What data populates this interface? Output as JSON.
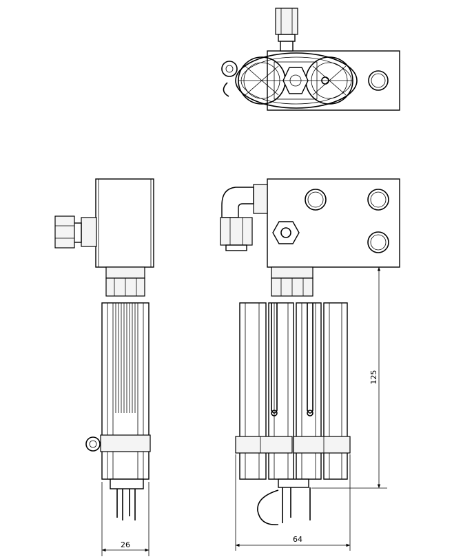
{
  "dimensions": {
    "width_side": "26",
    "width_front": "64",
    "height_front": "125"
  }
}
